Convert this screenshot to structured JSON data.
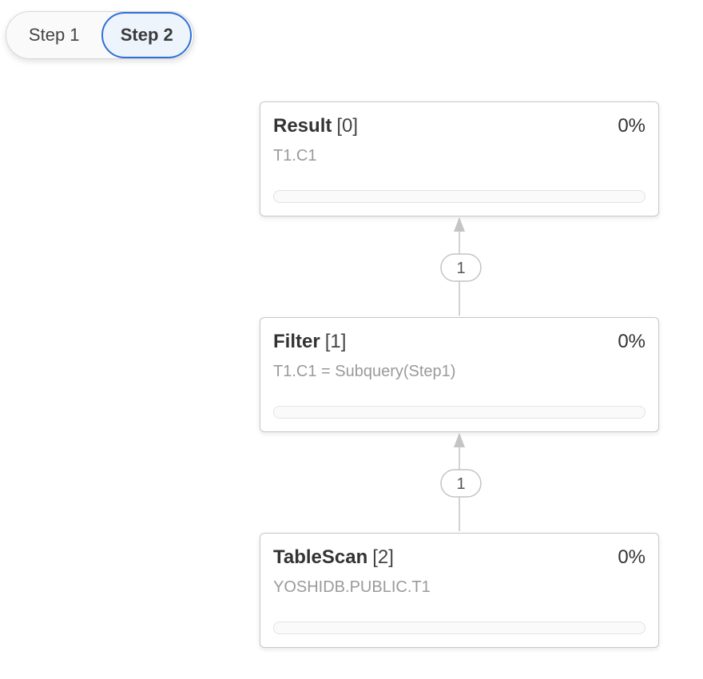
{
  "steps": [
    {
      "label": "Step 1",
      "selected": false
    },
    {
      "label": "Step 2",
      "selected": true
    }
  ],
  "nodes": [
    {
      "operator": "Result",
      "index": "[0]",
      "detail": "T1.C1",
      "percent_label": "0%",
      "percent": 0
    },
    {
      "operator": "Filter",
      "index": "[1]",
      "detail": "T1.C1 = Subquery(Step1)",
      "percent_label": "0%",
      "percent": 0
    },
    {
      "operator": "TableScan",
      "index": "[2]",
      "detail": "YOSHIDB.PUBLIC.T1",
      "percent_label": "0%",
      "percent": 0
    }
  ],
  "edges": [
    {
      "from": "Filter [1]",
      "to": "Result [0]",
      "rows": "1"
    },
    {
      "from": "TableScan [2]",
      "to": "Filter [1]",
      "rows": "1"
    }
  ],
  "colors": {
    "selected_step_border": "#2f6fd8",
    "selected_step_bg": "#eef4fc",
    "edge": "#c4c4c4"
  }
}
